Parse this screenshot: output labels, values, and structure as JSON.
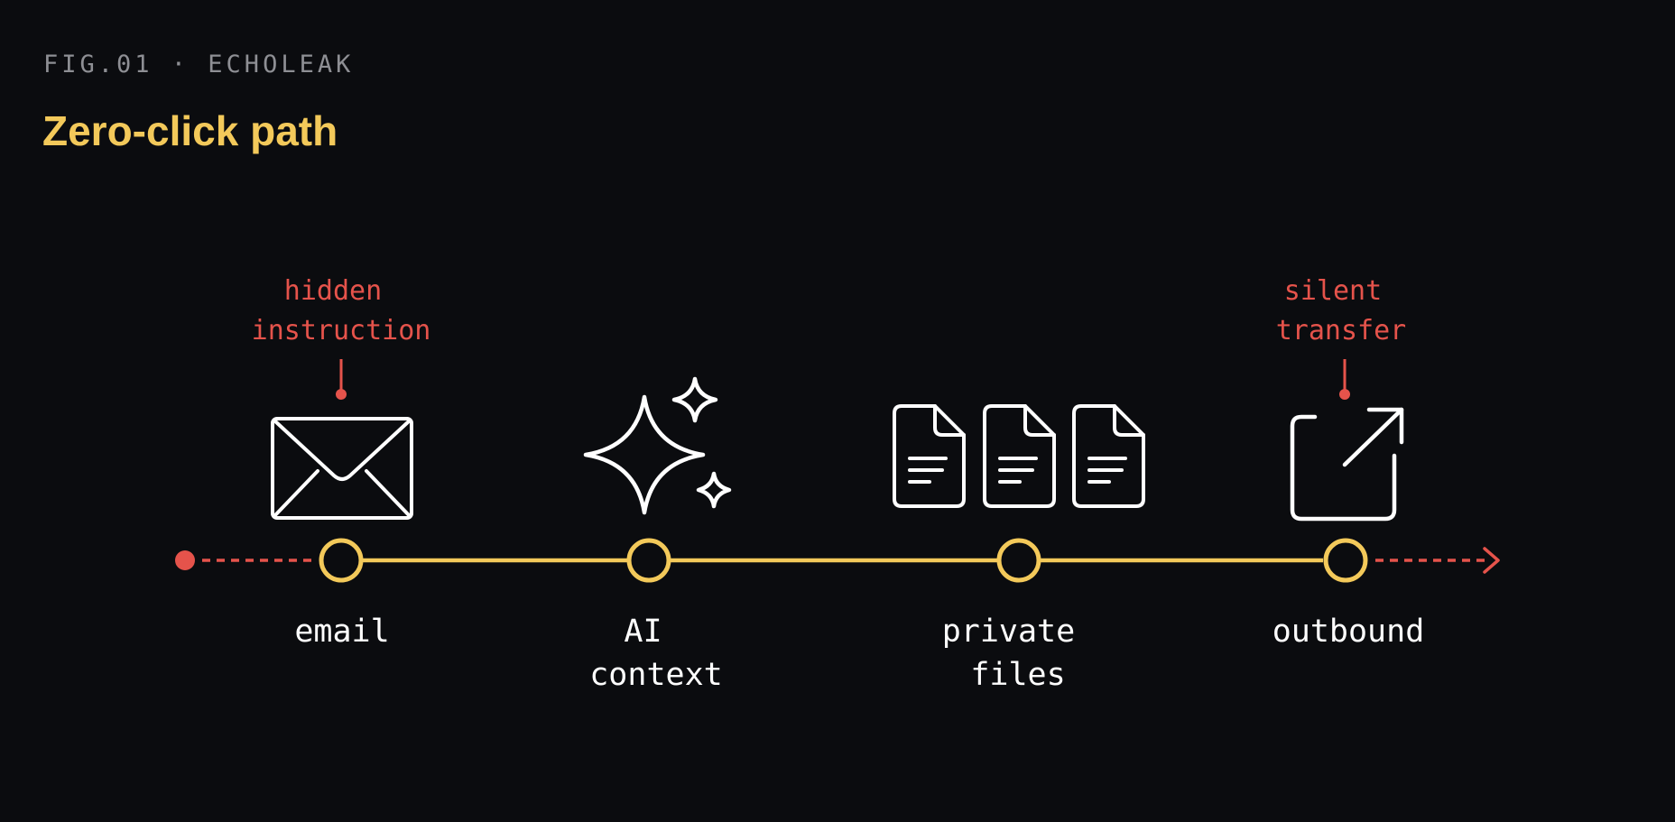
{
  "header": {
    "fig_label": "FIG.01 · ECHOLEAK",
    "title": "Zero-click path"
  },
  "stages": [
    {
      "icon": "envelope-icon",
      "label": [
        "email"
      ]
    },
    {
      "icon": "sparkle-icon",
      "label": [
        "AI",
        "context"
      ]
    },
    {
      "icon": "documents-icon",
      "label": [
        "private",
        "files"
      ]
    },
    {
      "icon": "external-link-icon",
      "label": [
        "outbound"
      ]
    }
  ],
  "annotations": [
    {
      "stage": 0,
      "text": [
        "hidden",
        "instruction"
      ]
    },
    {
      "stage": 3,
      "text": [
        "silent",
        "transfer"
      ]
    }
  ],
  "colors": {
    "background": "#0b0c0f",
    "accent": "#f3c95a",
    "alert": "#e5534b",
    "icon": "#ffffff",
    "muted": "#8e8f94"
  }
}
